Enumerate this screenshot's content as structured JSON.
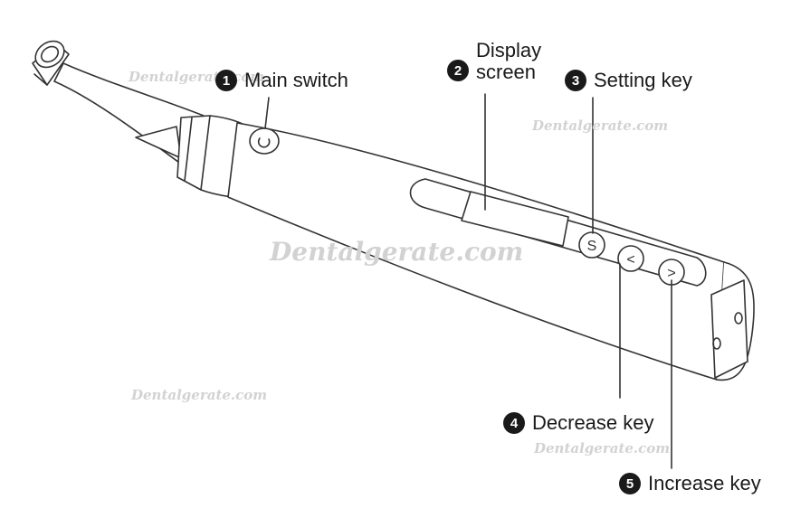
{
  "callouts": [
    {
      "number": "1",
      "label": "Main switch"
    },
    {
      "number": "2",
      "label_line1": "Display",
      "label_line2": "screen"
    },
    {
      "number": "3",
      "label": "Setting key"
    },
    {
      "number": "4",
      "label": "Decrease key"
    },
    {
      "number": "5",
      "label": "Increase key"
    }
  ],
  "device": {
    "setting_key_glyph": "S",
    "decrease_key_glyph": "<",
    "increase_key_glyph": ">"
  },
  "watermark": "Dentalgerate.com",
  "colors": {
    "line": "#333333",
    "text": "#1a1a1a",
    "watermark": "#d2d2d2"
  }
}
